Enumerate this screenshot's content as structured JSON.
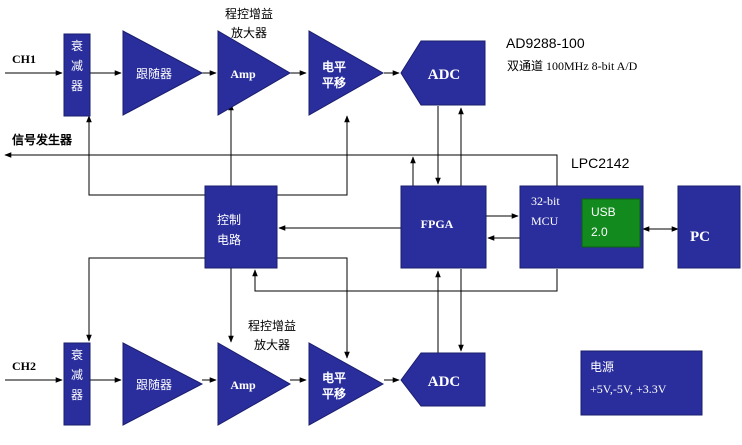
{
  "colors": {
    "block": "#2a2e9c",
    "block_edge": "#1a1d6e",
    "usb": "#128a1e",
    "wire": "#000000",
    "label_on_block": "#ffffff",
    "text": "#000000"
  },
  "channels": [
    {
      "name": "CH1",
      "attenuator": "衰\n减\n器",
      "follower": "跟随器",
      "amp": "Amp",
      "level_shift": "电平\n平移",
      "adc": "ADC",
      "pga_caption": "程控增益\n放大器"
    },
    {
      "name": "CH2",
      "attenuator": "衰\n减\n器",
      "follower": "跟随器",
      "amp": "Amp",
      "level_shift": "电平\n平移",
      "adc": "ADC",
      "pga_caption": "程控增益\n放大器"
    }
  ],
  "adc_part": "AD9288-100",
  "adc_spec": "双通道  100MHz 8-bit A/D",
  "signal_generator": "信号发生器",
  "control_circuit": "控制\n电路",
  "fpga": "FPGA",
  "mcu_part": "LPC2142",
  "mcu": "32-bit\nMCU",
  "usb": "USB\n2.0",
  "pc": "PC",
  "power": {
    "title": "电源",
    "rails": "+5V,-5V, +3.3V"
  }
}
